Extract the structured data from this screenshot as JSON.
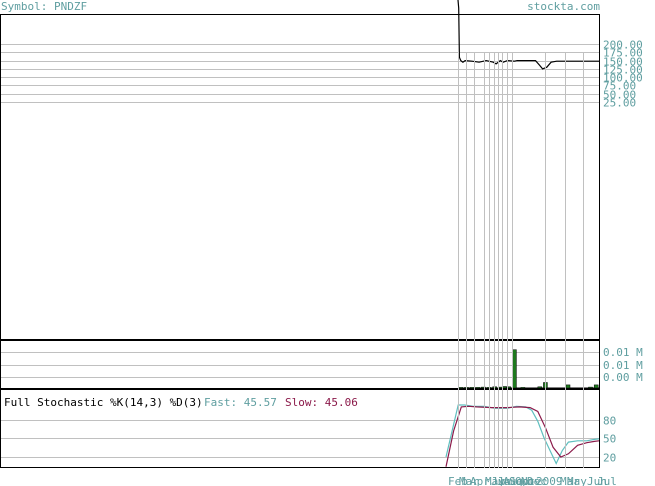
{
  "header": {
    "symbol": "Symbol: PNDZF",
    "source": "stockta.com"
  },
  "colors": {
    "frame": "#000000",
    "grid": "#c0c0c0",
    "label": "#5f9ea0",
    "price": "#000000",
    "volume_bar": "#1f7a1f",
    "fast_line": "#5fbfbf",
    "slow_line": "#8b1a4a"
  },
  "chart_data": [
    {
      "type": "line",
      "series": [
        {
          "values_x_frac": [
            0.0,
            0.005,
            0.01,
            0.02,
            0.035,
            0.05,
            0.1,
            0.15,
            0.2,
            0.25,
            0.27,
            0.3,
            0.32,
            0.35,
            0.4,
            0.42,
            0.45,
            0.5,
            0.55,
            0.58,
            0.6,
            0.63,
            0.66,
            0.7,
            0.75,
            0.8,
            0.85,
            0.9,
            0.95,
            1.0
          ],
          "values": [
            4000,
            3000,
            160,
            150,
            145,
            150,
            148,
            145,
            150,
            145,
            140,
            150,
            145,
            150,
            148,
            150,
            150,
            150,
            150,
            135,
            125,
            130,
            145,
            148,
            148,
            148,
            148,
            148,
            148,
            148
          ]
        }
      ],
      "y_ticks": [
        "200.00",
        "175.00",
        "150.00",
        "125.00",
        "100.00",
        "75.00",
        "50.00",
        "25.00"
      ],
      "y_tick_values": [
        200,
        175,
        150,
        125,
        100,
        75,
        50,
        25
      ]
    },
    {
      "type": "bar",
      "series": [
        {
          "bars_x_frac": [
            0.02,
            0.06,
            0.1,
            0.14,
            0.18,
            0.22,
            0.26,
            0.3,
            0.33,
            0.36,
            0.4,
            0.46,
            0.58,
            0.62,
            0.78,
            0.94,
            0.98
          ],
          "values": [
            0.0002,
            0.0002,
            0.0002,
            0.0002,
            0.0003,
            0.0002,
            0.0004,
            0.0003,
            0.0005,
            0.0004,
            0.0125,
            0.0002,
            0.0004,
            0.0018,
            0.001,
            0.0003,
            0.001
          ]
        }
      ],
      "y_ticks": [
        "0.01 M",
        "0.01 M",
        "0.00 M"
      ],
      "ylim": [
        0,
        0.015
      ]
    },
    {
      "type": "line",
      "title": "Full Stochastic %K(14,3) %D(3)",
      "fast_label": "Fast: 45.57",
      "slow_label": "Slow: 45.06",
      "series": [
        {
          "values_x_frac": [
            0.0,
            0.04,
            0.08,
            0.12,
            0.18,
            0.25,
            0.32,
            0.4,
            0.46,
            0.52,
            0.56,
            0.6,
            0.64,
            0.68,
            0.72,
            0.76,
            0.8,
            0.86,
            0.92,
            0.97,
            1.0
          ],
          "values": [
            20,
            60,
            100,
            100,
            98,
            98,
            95,
            95,
            98,
            97,
            92,
            75,
            50,
            30,
            10,
            30,
            43,
            45,
            45,
            47,
            48
          ]
        },
        {
          "values_x_frac": [
            0.0,
            0.05,
            0.1,
            0.15,
            0.2,
            0.3,
            0.4,
            0.48,
            0.55,
            0.6,
            0.65,
            0.7,
            0.75,
            0.8,
            0.86,
            0.92,
            0.97,
            1.0
          ],
          "values": [
            5,
            60,
            97,
            98,
            97,
            96,
            96,
            97,
            96,
            90,
            65,
            35,
            20,
            25,
            38,
            42,
            44,
            45
          ]
        }
      ],
      "y_ticks": [
        "80",
        "50",
        "20"
      ],
      "y_tick_values": [
        80,
        50,
        20
      ],
      "ylim": [
        0,
        100
      ],
      "x_ticks": [
        "Feb",
        "Mar",
        "Apr",
        "May",
        "Jun",
        "Jul",
        "Aug",
        "Sep",
        "Oct",
        "Nov",
        "Dec",
        "2009",
        "Mar",
        "May",
        "Jun",
        "Jul"
      ]
    }
  ]
}
